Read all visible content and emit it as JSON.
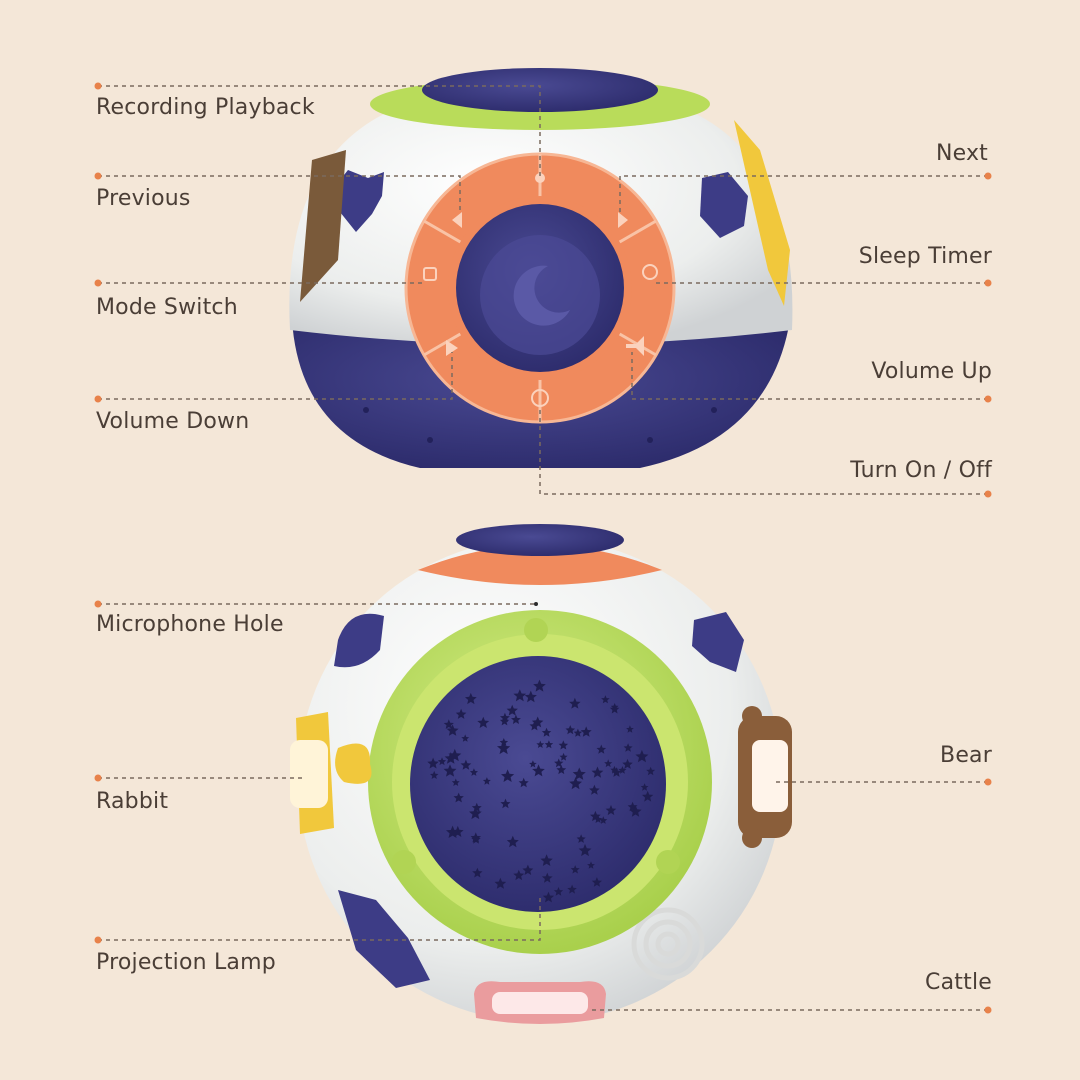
{
  "top_device": {
    "labels": {
      "recording_playback": "Recording Playback",
      "previous": "Previous",
      "mode_switch": "Mode Switch",
      "volume_down": "Volume Down",
      "next": "Next",
      "sleep_timer": "Sleep Timer",
      "volume_up": "Volume Up",
      "turn_on_off": "Turn On / Off"
    }
  },
  "bottom_device": {
    "labels": {
      "microphone_hole": "Microphone Hole",
      "rabbit": "Rabbit",
      "projection_lamp": "Projection Lamp",
      "bear": "Bear",
      "cattle": "Cattle"
    }
  },
  "colors": {
    "background": "#f4e7d8",
    "navy": "#3b3a80",
    "orange": "#f08a5d",
    "lime": "#b9dc5a",
    "white_shell": "#f3f3f1",
    "leader_line": "#7a6a5e",
    "dot": "#e8824a"
  }
}
